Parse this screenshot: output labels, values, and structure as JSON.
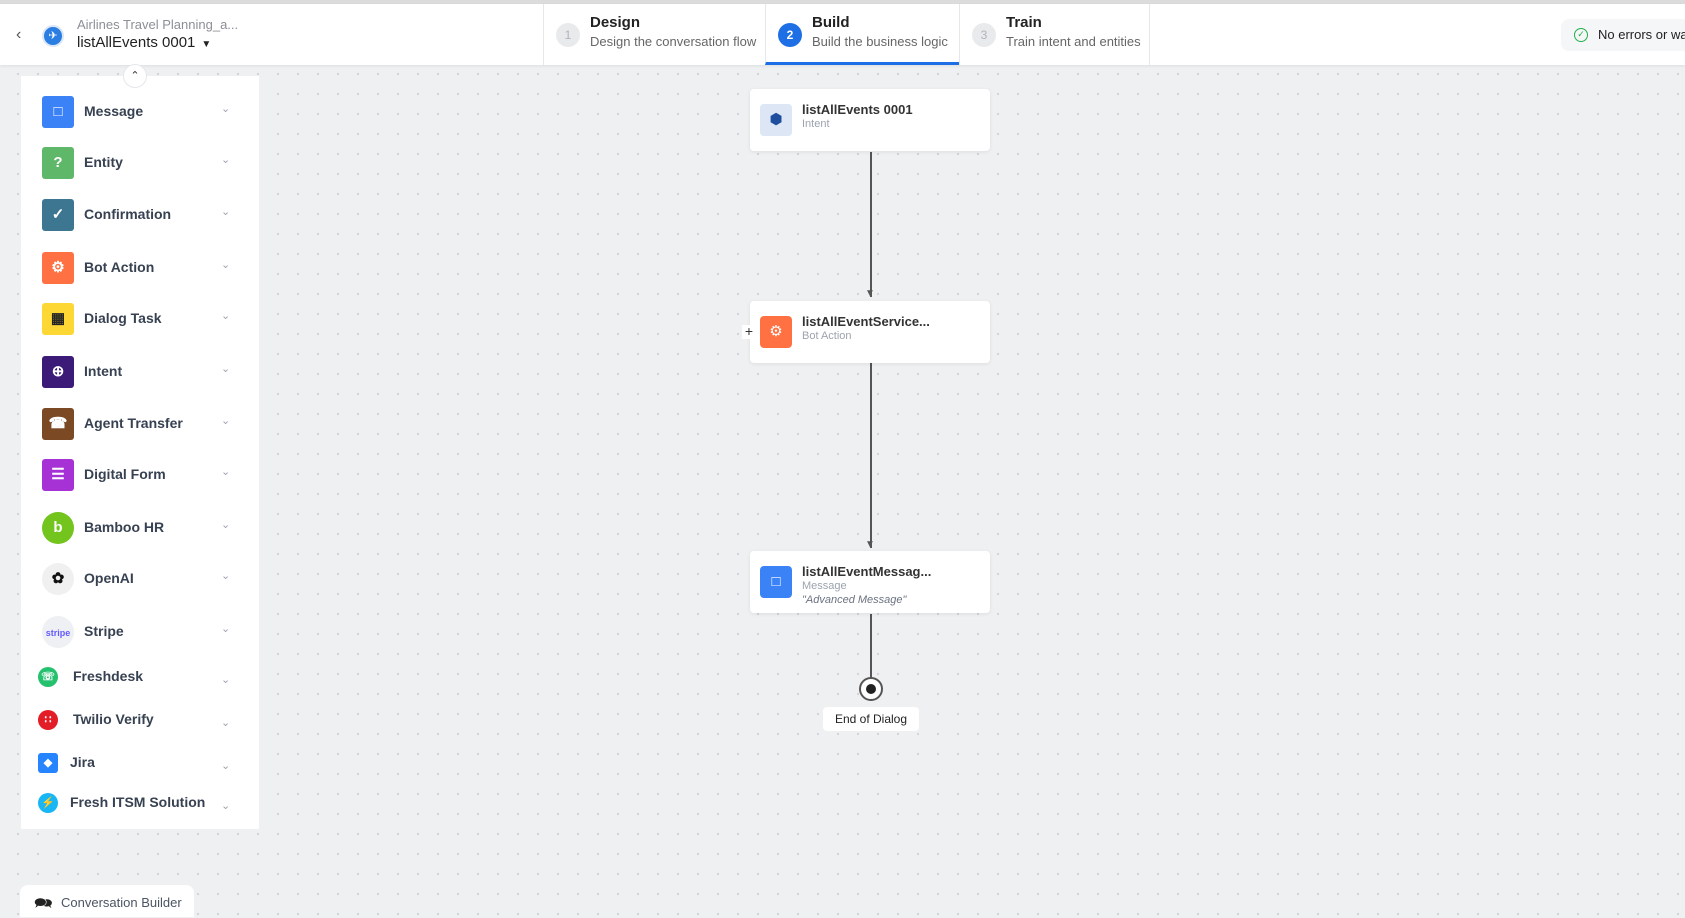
{
  "header": {
    "app_name": "Airlines Travel Planning_a...",
    "task_name": "listAllEvents 0001",
    "status": "No errors or war"
  },
  "tabs": [
    {
      "num": "1",
      "title": "Design",
      "subtitle": "Design the conversation flow",
      "active": false
    },
    {
      "num": "2",
      "title": "Build",
      "subtitle": "Build the business logic",
      "active": true
    },
    {
      "num": "3",
      "title": "Train",
      "subtitle": "Train intent and entities",
      "active": false
    }
  ],
  "sidebar": {
    "items": [
      {
        "label": "Message",
        "icon": "message-icon",
        "color": "#3b82f6"
      },
      {
        "label": "Entity",
        "icon": "entity-icon",
        "color": "#5fb86a"
      },
      {
        "label": "Confirmation",
        "icon": "confirmation-icon",
        "color": "#3d7690"
      },
      {
        "label": "Bot Action",
        "icon": "bot-action-icon",
        "color": "#ff7043"
      },
      {
        "label": "Dialog Task",
        "icon": "dialog-task-icon",
        "color": "#fdd835"
      },
      {
        "label": "Intent",
        "icon": "intent-icon",
        "color": "#3b1a78"
      },
      {
        "label": "Agent Transfer",
        "icon": "agent-transfer-icon",
        "color": "#7b4a25"
      },
      {
        "label": "Digital Form",
        "icon": "digital-form-icon",
        "color": "#a632d6"
      },
      {
        "label": "Bamboo HR",
        "icon": "bamboohr-icon",
        "color": "#73c41d"
      },
      {
        "label": "OpenAI",
        "icon": "openai-icon",
        "color": "#111111"
      },
      {
        "label": "Stripe",
        "icon": "stripe-icon",
        "color": "#635bff"
      },
      {
        "label": "Freshdesk",
        "icon": "freshdesk-icon",
        "color": "#25c16f"
      },
      {
        "label": "Twilio Verify",
        "icon": "twilio-icon",
        "color": "#e31e26"
      },
      {
        "label": "Jira",
        "icon": "jira-icon",
        "color": "#2684ff"
      },
      {
        "label": "Fresh ITSM Solution",
        "icon": "fresh-itsm-icon",
        "color": "#18b6f5"
      }
    ],
    "stripe_text": "stripe"
  },
  "nodes": [
    {
      "title": "listAllEvents 0001",
      "type": "Intent"
    },
    {
      "title": "listAllEventService...",
      "type": "Bot Action"
    },
    {
      "title": "listAllEventMessag...",
      "type": "Message",
      "preview": "\"Advanced Message\""
    }
  ],
  "end_label": "End of Dialog",
  "footer": {
    "label": "Conversation Builder"
  }
}
